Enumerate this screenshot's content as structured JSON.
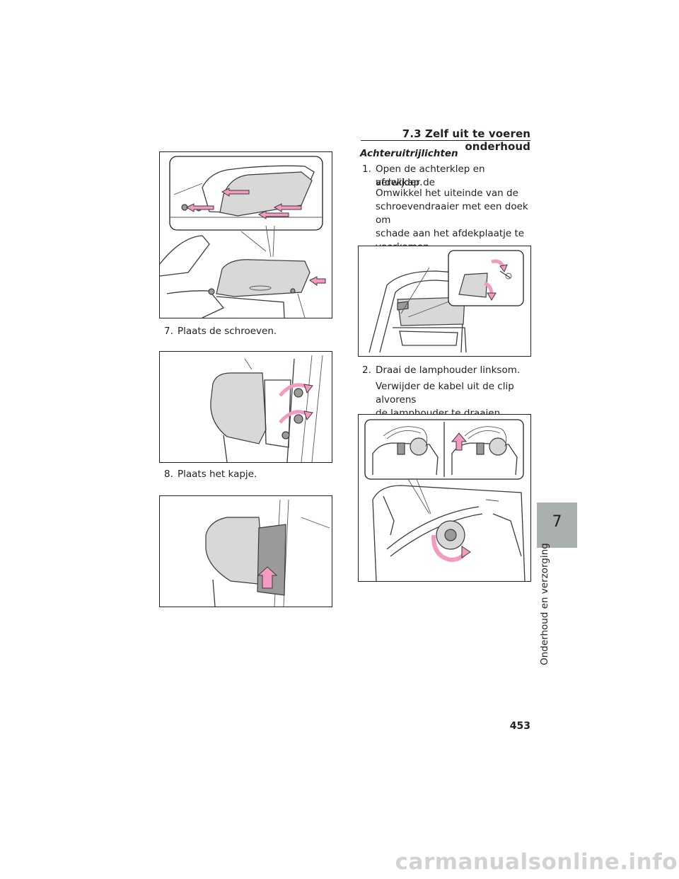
{
  "header": {
    "section": "7.3  Zelf uit te voeren onderhoud"
  },
  "left": {
    "steps": [
      {
        "number": "7.",
        "text": "Plaats de schroeven."
      },
      {
        "number": "8.",
        "text": "Plaats het kapje."
      }
    ]
  },
  "right": {
    "title": "Achteruitrijlichten",
    "steps": [
      {
        "number": "1.",
        "lines": [
          "Open de achterklep en verwijder de",
          "afdekkap."
        ],
        "sub": [
          "Omwikkel het uiteinde van de",
          "schroevendraaier met een doek om",
          "schade aan het afdekplaatje te",
          "voorkomen."
        ]
      },
      {
        "number": "2.",
        "lines": [
          "Draai de lamphouder linksom."
        ],
        "sub": [
          "Verwijder de kabel uit de clip alvorens",
          "de lamphouder te draaien."
        ]
      }
    ]
  },
  "tab": {
    "number": "7",
    "label": "Onderhoud en verzorging"
  },
  "page_number": "453",
  "watermark": "carmanualsonline.info",
  "colors": {
    "arrow": "#f29ac1",
    "tab": "#a9b0ad",
    "text": "#231f20",
    "watermark": "#d2d2d2"
  }
}
